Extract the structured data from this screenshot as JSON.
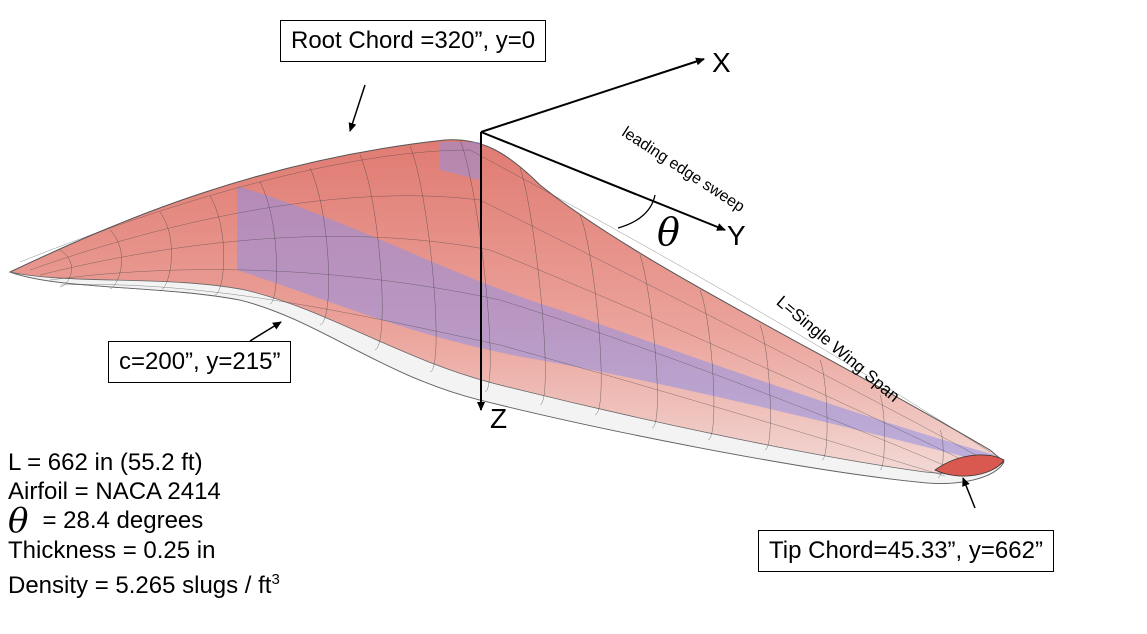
{
  "labels": {
    "root_chord": "Root Chord =320”, y=0",
    "mid_chord": "c=200”, y=215”",
    "tip_chord": "Tip Chord=45.33”, y=662”",
    "leading_edge_sweep": "leading edge sweep",
    "span_label": "L=Single Wing Span",
    "theta_symbol": "θ"
  },
  "axes": {
    "x": "X",
    "y": "Y",
    "z": "Z"
  },
  "specs": {
    "length": "L = 662 in (55.2 ft)",
    "airfoil": "Airfoil = NACA 2414",
    "theta_symbol": "θ",
    "sweep": "= 28.4 degrees",
    "thickness": "Thickness = 0.25 in",
    "density": "Density = 5.265 slugs / ft",
    "density_exp": "3"
  },
  "colors": {
    "upper_surface": "#e98a7e",
    "spar_band": "#8f8fe6",
    "lower_surface": "#f2f2f2",
    "mesh": "#404040"
  }
}
